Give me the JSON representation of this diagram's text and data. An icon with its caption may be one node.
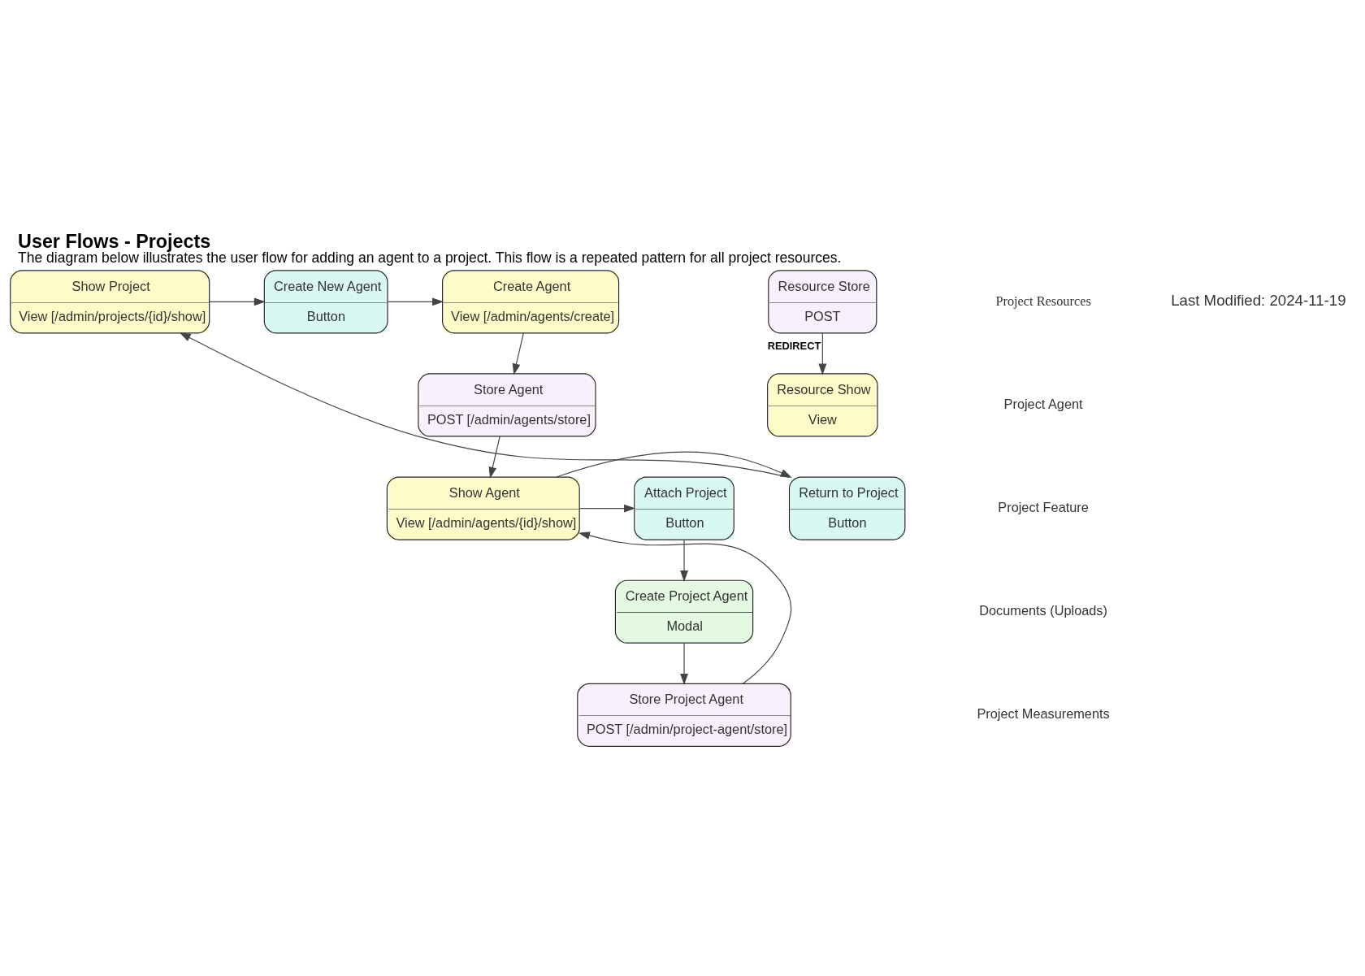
{
  "diagram": {
    "title": "User Flows - Projects",
    "caption": "The diagram below illustrates the user flow for adding an agent to a project. This flow is a repeated pattern for all project resources.",
    "nodes": [
      {
        "text": [
          "Show Project",
          "View [/admin/projects/{id}/show]"
        ]
      },
      {
        "text": [
          "Create New Agent",
          "Button"
        ]
      },
      {
        "text": [
          "Create Agent",
          "View [/admin/agents/create]"
        ]
      },
      {
        "text": [
          "Store Agent",
          "POST [/admin/agents/store]"
        ]
      },
      {
        "text": [
          "Return to Project",
          "Button"
        ]
      },
      {
        "text": [
          "Show Agent",
          "View [/admin/agents/{id}/show]"
        ]
      },
      {
        "text": [
          "Attach Project",
          "Button"
        ]
      },
      {
        "text": [
          "Create Project Agent",
          "Modal"
        ]
      },
      {
        "text": [
          "Store Project Agent",
          "POST [/admin/project-agent/store]"
        ]
      },
      {
        "text": [
          "Resource Store",
          "POST"
        ]
      },
      {
        "text": [
          "Resource Show",
          "View"
        ]
      }
    ],
    "edges": [
      {
        "from": 0,
        "to": 1,
        "arrow": "to"
      },
      {
        "from": 1,
        "to": 2,
        "arrow": "to"
      },
      {
        "from": 2,
        "to": 3,
        "arrow": "to"
      },
      {
        "from": 3,
        "to": 5,
        "arrow": "to"
      },
      {
        "from": 5,
        "to": 4,
        "arrow": "to"
      },
      {
        "from": 4,
        "to": 0,
        "arrow": "to"
      },
      {
        "from": 5,
        "to": 6,
        "arrow": "to"
      },
      {
        "from": 6,
        "to": 7,
        "arrow": "to"
      },
      {
        "from": 7,
        "to": 8,
        "arrow": "to"
      },
      {
        "from": 8,
        "to": 5,
        "arrow": "to"
      },
      {
        "from": 9,
        "to": 10,
        "arrow": "to",
        "label": "REDIRECT"
      }
    ],
    "labels": [
      "Last Modified: 2024-11-19",
      "Project Resources",
      "Project Agent",
      "Project Feature",
      "Documents (Uploads)",
      "Project Measurements"
    ]
  }
}
